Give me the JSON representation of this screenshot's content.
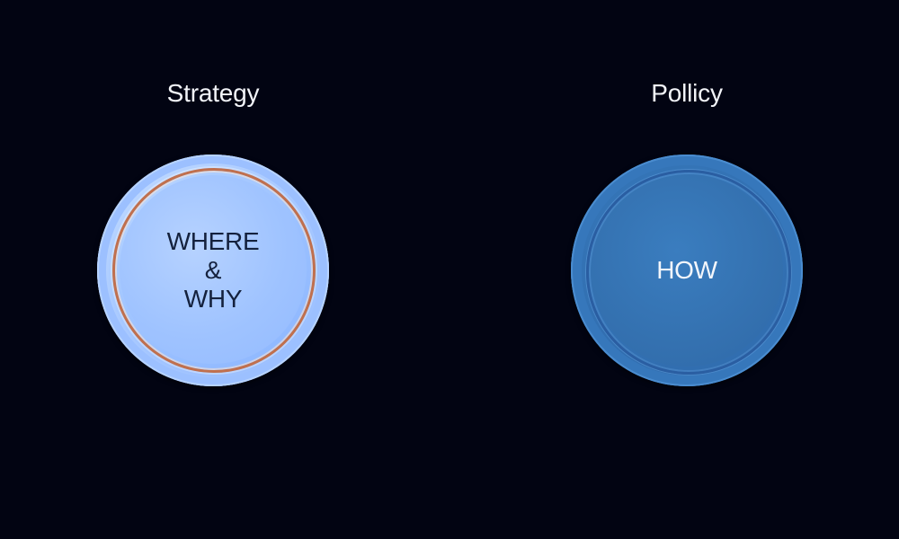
{
  "left": {
    "title": "Strategy",
    "disc_lines": [
      "WHERE",
      "&",
      "WHY"
    ],
    "fill_color": "#a9cbff",
    "ring_color": "#c0704e"
  },
  "right": {
    "title": "Pollicy",
    "disc_lines": [
      "HOW"
    ],
    "fill_color": "#3372b4"
  },
  "background_color": "#020412"
}
